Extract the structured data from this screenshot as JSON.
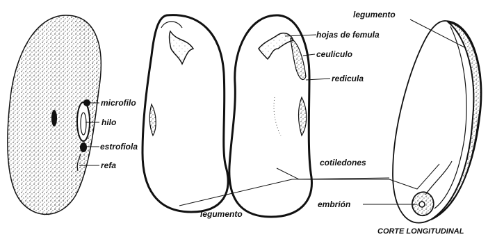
{
  "labels": {
    "microfilo": "microfilo",
    "hilo": "hilo",
    "estrofiola": "estrofiola",
    "refa": "refa",
    "legumento_bottom": "legumento",
    "hojas_de_femula": "hojas de femula",
    "ceuliculo": "ceuliculo",
    "redicula": "redicula",
    "cotiledones": "cotiledones",
    "legumento_top": "legumento",
    "embrion": "embrión"
  },
  "caption": "CORTE LONGITUDINAL",
  "colors": {
    "ink": "#111111",
    "paper": "#ffffff"
  }
}
